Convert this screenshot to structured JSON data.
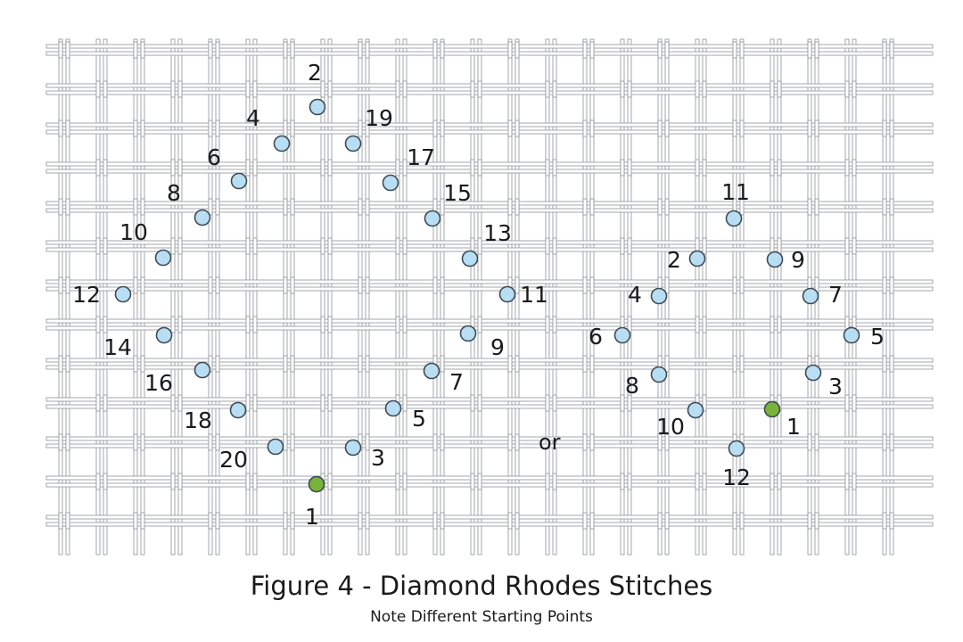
{
  "figure": {
    "title": "Figure 4 - Diamond Rhodes Stitches",
    "subtitle": "Note Different Starting Points",
    "separator": "or"
  },
  "colors": {
    "canvas_thread": "#d9dcdf",
    "thread_edge": "#8e9296",
    "hole_fill": "#b8def3",
    "hole_outline": "#3f4a55",
    "start_hole_fill": "#78b33a",
    "label": "#1a1a1a"
  },
  "diagrams": [
    {
      "name": "left-diamond",
      "holes": [
        {
          "label": "1",
          "start": true
        },
        {
          "label": "2"
        },
        {
          "label": "3"
        },
        {
          "label": "4"
        },
        {
          "label": "5"
        },
        {
          "label": "6"
        },
        {
          "label": "7"
        },
        {
          "label": "8"
        },
        {
          "label": "9"
        },
        {
          "label": "10"
        },
        {
          "label": "11"
        },
        {
          "label": "12"
        },
        {
          "label": "13"
        },
        {
          "label": "14"
        },
        {
          "label": "15"
        },
        {
          "label": "16"
        },
        {
          "label": "17"
        },
        {
          "label": "18"
        },
        {
          "label": "19"
        },
        {
          "label": "20"
        }
      ]
    },
    {
      "name": "right-diamond",
      "holes": [
        {
          "label": "1",
          "start": true
        },
        {
          "label": "2"
        },
        {
          "label": "3"
        },
        {
          "label": "4"
        },
        {
          "label": "5"
        },
        {
          "label": "6"
        },
        {
          "label": "7"
        },
        {
          "label": "8"
        },
        {
          "label": "9"
        },
        {
          "label": "10"
        },
        {
          "label": "11"
        },
        {
          "label": "12"
        }
      ]
    }
  ]
}
